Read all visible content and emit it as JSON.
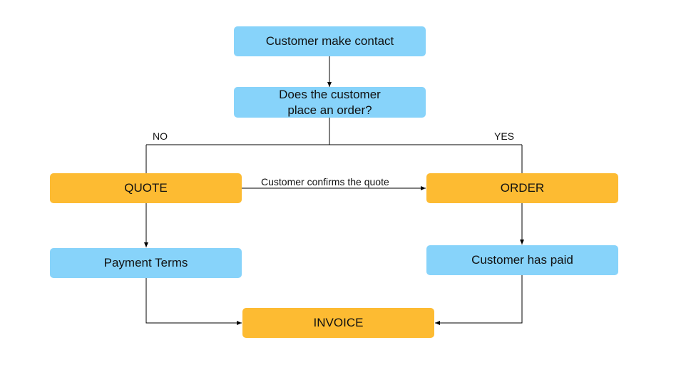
{
  "nodes": {
    "contact": "Customer make contact",
    "decision_line1": "Does the customer",
    "decision_line2": "place an order?",
    "quote": "QUOTE",
    "order": "ORDER",
    "payment_terms": "Payment Terms",
    "paid": "Customer has paid",
    "invoice": "INVOICE"
  },
  "edges": {
    "no": "NO",
    "yes": "YES",
    "confirm": "Customer confirms the quote"
  },
  "colors": {
    "process": "#87d3fa",
    "milestone": "#fdbb32",
    "connector": "#000000"
  }
}
